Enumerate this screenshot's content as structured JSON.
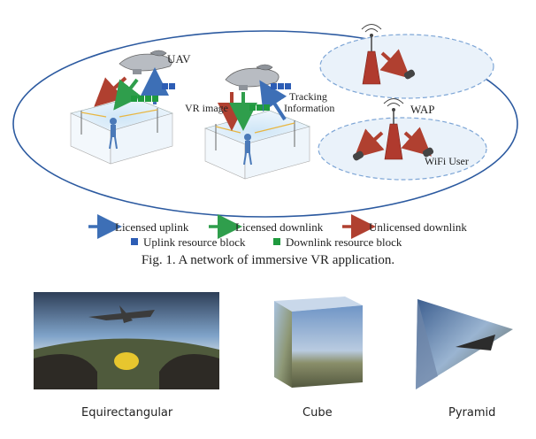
{
  "diagram": {
    "labels": {
      "uav": "UAV",
      "vr_image": "VR image",
      "tracking_line1": "Tracking",
      "tracking_line2": "Information",
      "wap": "WAP",
      "wifi_user": "WiFi User"
    },
    "legend": {
      "licensed_uplink": "Licensed uplink",
      "licensed_downlink": "Licensed downlink",
      "unlicensed_downlink": "Unlicensed downlink",
      "uplink_rb": "Uplink resource block",
      "downlink_rb": "Downlink resource block"
    },
    "colors": {
      "uplink": "#3d6fb6",
      "downlink": "#2f9e4c",
      "unlicensed": "#b04030",
      "ellipse": "#2c5aa0",
      "uplink_block": "#2d5db5",
      "downlink_block": "#1f9a3e"
    }
  },
  "caption": "Fig. 1.  A network of immersive VR application.",
  "projections": {
    "equirectangular": "Equirectangular",
    "cube": "Cube",
    "pyramid": "Pyramid"
  }
}
